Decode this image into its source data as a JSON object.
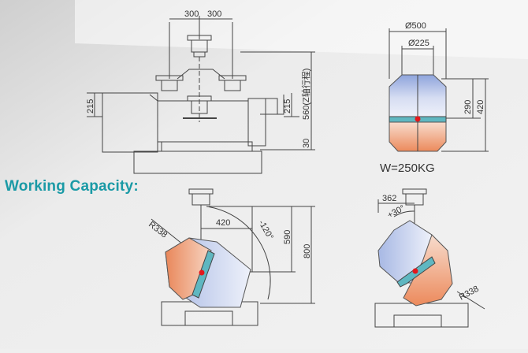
{
  "section_heading": "Working Capacity:",
  "top_view": {
    "dim_left_300": "300",
    "dim_right_300": "300",
    "dim_215_left": "215",
    "dim_215_right": "215",
    "dim_560": "560(Z轴行程)",
    "dim_30": "30"
  },
  "capacity_view": {
    "dim_d500": "Ø500",
    "dim_d225": "Ø225",
    "dim_290": "290",
    "dim_420": "420",
    "weight_label": "W=250KG"
  },
  "tilt_left_view": {
    "radius": "R338",
    "dim_420": "420",
    "angle": "-120°",
    "dim_590": "590",
    "dim_800": "800"
  },
  "tilt_right_view": {
    "dim_362": "362",
    "angle": "+30°",
    "radius": "R338"
  },
  "colors": {
    "heading": "#1a9aa6",
    "blue_fill": "#b9c8ea",
    "orange_fill": "#f0a27b",
    "center_dot": "#e3181c",
    "teal_band": "#5fb7c1"
  }
}
